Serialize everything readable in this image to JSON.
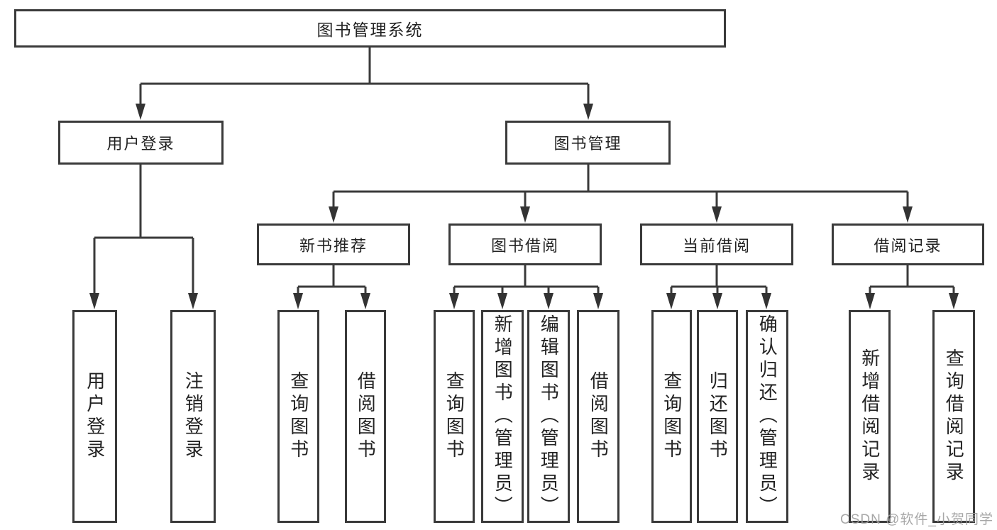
{
  "tree": {
    "root": {
      "label": "图书管理系统"
    },
    "user_login": {
      "label": "用户登录",
      "children": [
        {
          "label": "用户登录"
        },
        {
          "label": "注销登录"
        }
      ]
    },
    "book_mgmt": {
      "label": "图书管理",
      "sections": [
        {
          "label": "新书推荐",
          "children": [
            {
              "label": "查询图书"
            },
            {
              "label": "借阅图书"
            }
          ]
        },
        {
          "label": "图书借阅",
          "children": [
            {
              "label": "查询图书"
            },
            {
              "label": "新增图书（管理员）"
            },
            {
              "label": "编辑图书（管理员）"
            },
            {
              "label": "借阅图书"
            }
          ]
        },
        {
          "label": "当前借阅",
          "children": [
            {
              "label": "查询图书"
            },
            {
              "label": "归还图书"
            },
            {
              "label": "确认归还（管理员）"
            }
          ]
        },
        {
          "label": "借阅记录",
          "children": [
            {
              "label": "新增借阅记录"
            },
            {
              "label": "查询借阅记录"
            }
          ]
        }
      ]
    }
  },
  "watermark": {
    "text": "CSDN @软件_小贺同学"
  },
  "colors": {
    "line": "#3a3a3a",
    "arrow": "#333333",
    "text": "#222222",
    "background": "#ffffff",
    "watermark": "#9e9e9e"
  }
}
